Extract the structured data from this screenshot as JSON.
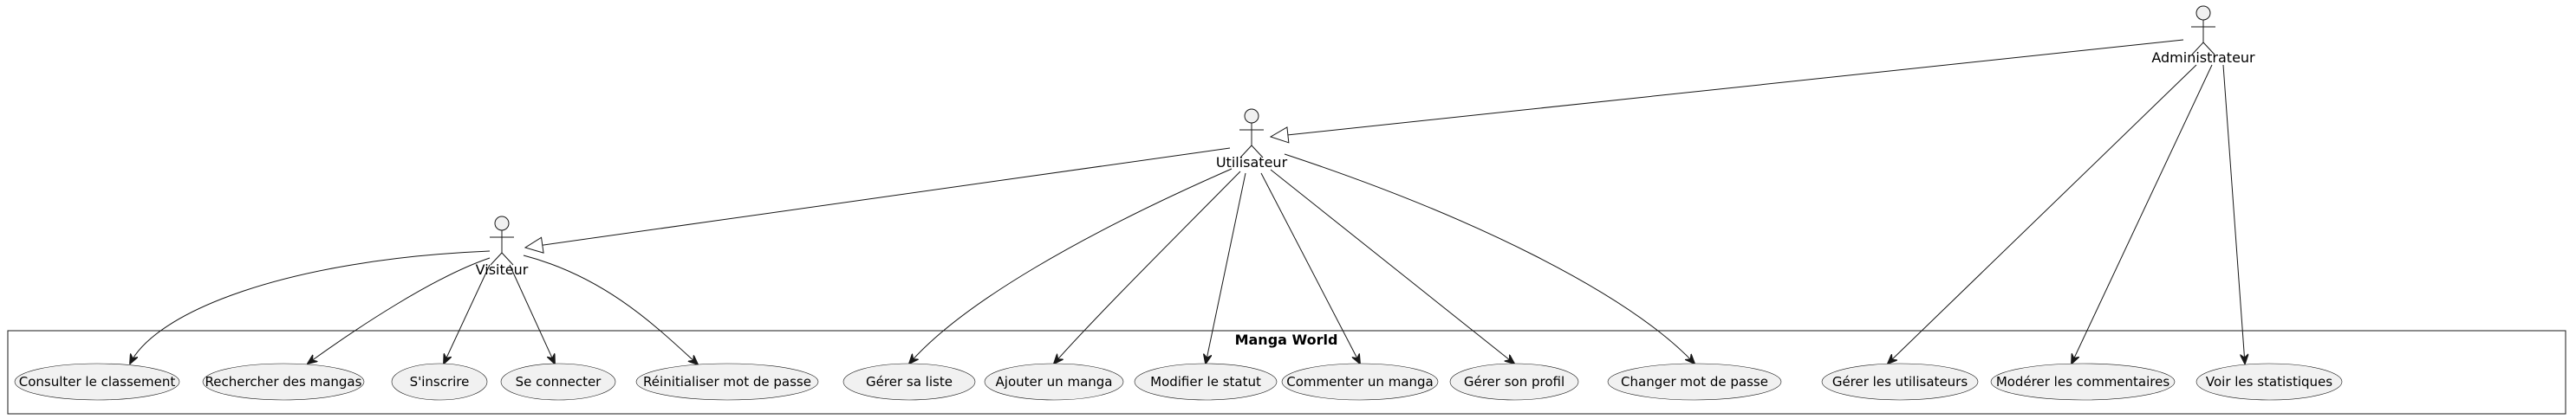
{
  "diagram": {
    "system": {
      "title": "Manga World"
    },
    "actors": {
      "visiteur": "Visiteur",
      "utilisateur": "Utilisateur",
      "administrateur": "Administrateur"
    },
    "use_cases": {
      "consulter_classement": "Consulter le classement",
      "rechercher_mangas": "Rechercher des mangas",
      "sinscrire": "S'inscrire",
      "se_connecter": "Se connecter",
      "reinitialiser_mdp": "Réinitialiser mot de passe",
      "gerer_liste": "Gérer sa liste",
      "ajouter_manga": "Ajouter un manga",
      "modifier_statut": "Modifier le statut",
      "commenter_manga": "Commenter un manga",
      "gerer_profil": "Gérer son profil",
      "changer_mdp": "Changer mot de passe",
      "gerer_utilisateurs": "Gérer les utilisateurs",
      "moderer_commentaires": "Modérer les commentaires",
      "voir_statistiques": "Voir les statistiques"
    },
    "generalizations": [
      {
        "from": "utilisateur",
        "to": "visiteur"
      },
      {
        "from": "administrateur",
        "to": "utilisateur"
      }
    ],
    "associations": [
      {
        "from": "visiteur",
        "to": "consulter_classement"
      },
      {
        "from": "visiteur",
        "to": "rechercher_mangas"
      },
      {
        "from": "visiteur",
        "to": "sinscrire"
      },
      {
        "from": "visiteur",
        "to": "se_connecter"
      },
      {
        "from": "visiteur",
        "to": "reinitialiser_mdp"
      },
      {
        "from": "utilisateur",
        "to": "gerer_liste"
      },
      {
        "from": "utilisateur",
        "to": "ajouter_manga"
      },
      {
        "from": "utilisateur",
        "to": "modifier_statut"
      },
      {
        "from": "utilisateur",
        "to": "commenter_manga"
      },
      {
        "from": "utilisateur",
        "to": "gerer_profil"
      },
      {
        "from": "utilisateur",
        "to": "changer_mdp"
      },
      {
        "from": "administrateur",
        "to": "gerer_utilisateurs"
      },
      {
        "from": "administrateur",
        "to": "moderer_commentaires"
      },
      {
        "from": "administrateur",
        "to": "voir_statistiques"
      }
    ]
  }
}
